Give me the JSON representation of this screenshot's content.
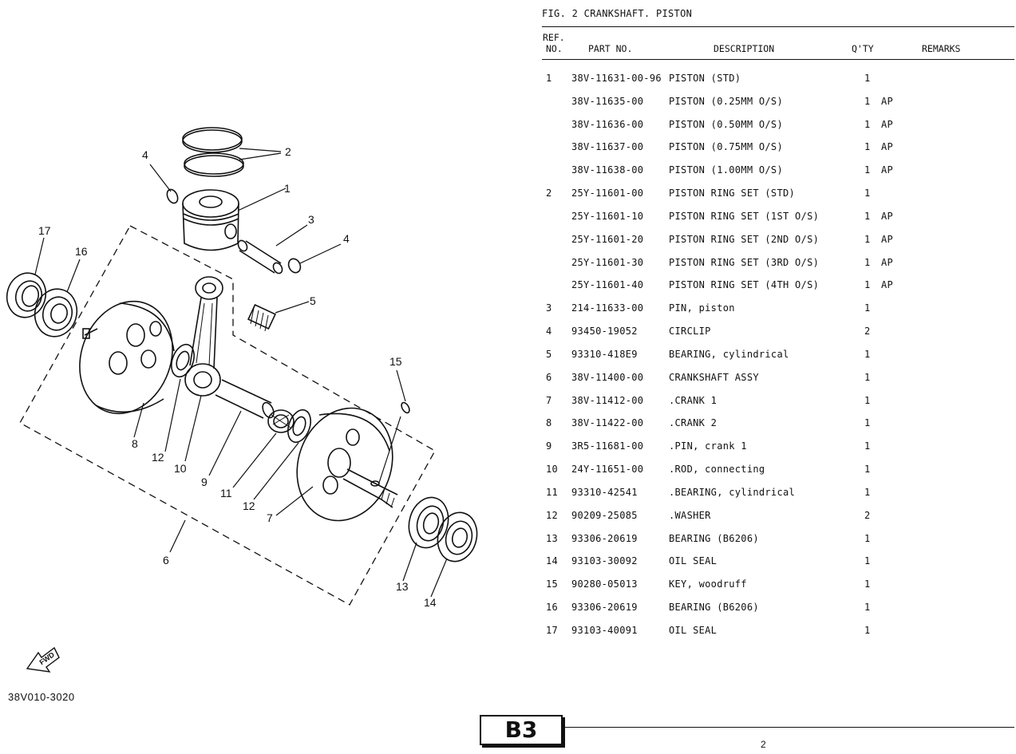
{
  "figure_title": "FIG.  2  CRANKSHAFT. PISTON",
  "table": {
    "headers": {
      "ref_line1": "REF.",
      "ref_line2": "NO.",
      "part_no": "PART NO.",
      "description": "DESCRIPTION",
      "qty": "Q'TY",
      "remarks": "REMARKS"
    },
    "rows": [
      {
        "ref": "1",
        "part": "38V-11631-00-96",
        "desc": "PISTON (STD)",
        "qty": "1",
        "remark": ""
      },
      {
        "ref": "",
        "part": "38V-11635-00",
        "desc": "PISTON (0.25MM O/S)",
        "qty": "1",
        "remark": "AP"
      },
      {
        "ref": "",
        "part": "38V-11636-00",
        "desc": "PISTON (0.50MM O/S)",
        "qty": "1",
        "remark": "AP"
      },
      {
        "ref": "",
        "part": "38V-11637-00",
        "desc": "PISTON (0.75MM O/S)",
        "qty": "1",
        "remark": "AP"
      },
      {
        "ref": "",
        "part": "38V-11638-00",
        "desc": "PISTON (1.00MM O/S)",
        "qty": "1",
        "remark": "AP"
      },
      {
        "ref": "2",
        "part": "25Y-11601-00",
        "desc": "PISTON RING SET (STD)",
        "qty": "1",
        "remark": ""
      },
      {
        "ref": "",
        "part": "25Y-11601-10",
        "desc": "PISTON RING SET (1ST O/S)",
        "qty": "1",
        "remark": "AP"
      },
      {
        "ref": "",
        "part": "25Y-11601-20",
        "desc": "PISTON RING SET (2ND O/S)",
        "qty": "1",
        "remark": "AP"
      },
      {
        "ref": "",
        "part": "25Y-11601-30",
        "desc": "PISTON RING SET (3RD O/S)",
        "qty": "1",
        "remark": "AP"
      },
      {
        "ref": "",
        "part": "25Y-11601-40",
        "desc": "PISTON RING SET (4TH O/S)",
        "qty": "1",
        "remark": "AP"
      },
      {
        "ref": "3",
        "part": "214-11633-00",
        "desc": "PIN, piston",
        "qty": "1",
        "remark": ""
      },
      {
        "ref": "4",
        "part": "93450-19052",
        "desc": "CIRCLIP",
        "qty": "2",
        "remark": ""
      },
      {
        "ref": "5",
        "part": "93310-418E9",
        "desc": "BEARING, cylindrical",
        "qty": "1",
        "remark": ""
      },
      {
        "ref": "6",
        "part": "38V-11400-00",
        "desc": "CRANKSHAFT ASSY",
        "qty": "1",
        "remark": ""
      },
      {
        "ref": "7",
        "part": "38V-11412-00",
        "desc": ".CRANK 1",
        "qty": "1",
        "remark": ""
      },
      {
        "ref": "8",
        "part": "38V-11422-00",
        "desc": ".CRANK 2",
        "qty": "1",
        "remark": ""
      },
      {
        "ref": "9",
        "part": "3R5-11681-00",
        "desc": ".PIN, crank 1",
        "qty": "1",
        "remark": ""
      },
      {
        "ref": "10",
        "part": "24Y-11651-00",
        "desc": ".ROD, connecting",
        "qty": "1",
        "remark": ""
      },
      {
        "ref": "11",
        "part": "93310-42541",
        "desc": ".BEARING, cylindrical",
        "qty": "1",
        "remark": ""
      },
      {
        "ref": "12",
        "part": "90209-25085",
        "desc": ".WASHER",
        "qty": "2",
        "remark": ""
      },
      {
        "ref": "13",
        "part": "93306-20619",
        "desc": "BEARING (B6206)",
        "qty": "1",
        "remark": ""
      },
      {
        "ref": "14",
        "part": "93103-30092",
        "desc": "OIL SEAL",
        "qty": "1",
        "remark": ""
      },
      {
        "ref": "15",
        "part": "90280-05013",
        "desc": "KEY, woodruff",
        "qty": "1",
        "remark": ""
      },
      {
        "ref": "16",
        "part": "93306-20619",
        "desc": "BEARING (B6206)",
        "qty": "1",
        "remark": ""
      },
      {
        "ref": "17",
        "part": "93103-40091",
        "desc": "OIL SEAL",
        "qty": "1",
        "remark": ""
      }
    ]
  },
  "diagram": {
    "callouts": [
      "1",
      "2",
      "3",
      "4",
      "4",
      "5",
      "6",
      "7",
      "8",
      "9",
      "10",
      "11",
      "12",
      "12",
      "13",
      "14",
      "15",
      "16",
      "17"
    ],
    "fwd_label": "FWD",
    "reference_code": "38V010-3020"
  },
  "footer": {
    "section_code": "B3",
    "page_number": "2"
  }
}
